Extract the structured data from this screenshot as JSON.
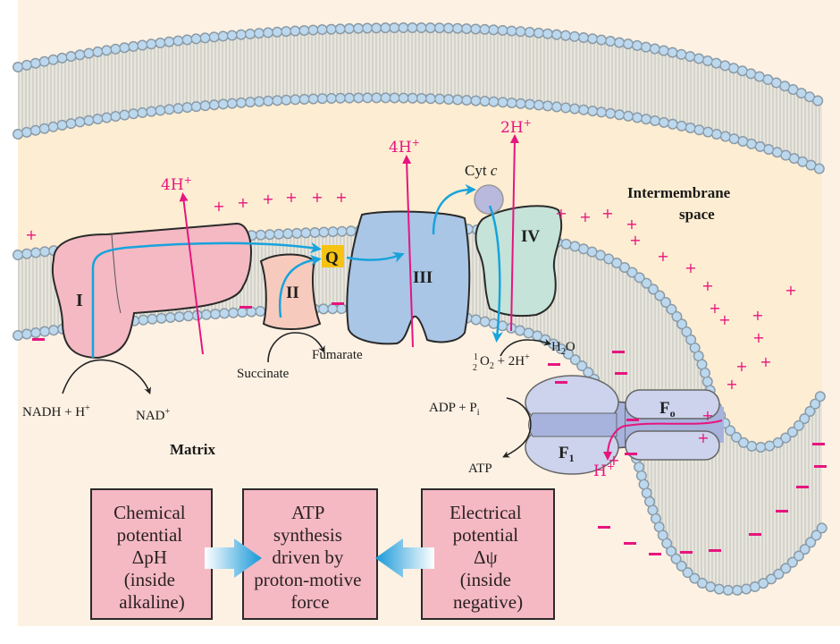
{
  "colors": {
    "intermembrane_fill": "#fdedd2",
    "matrix_fill": "#fdf1e3",
    "lipid_head": "#bcd8ee",
    "lipid_head_stroke": "#8a9aa6",
    "lipid_tail": "#c8c8c8",
    "proton_pink": "#e6157f",
    "electron_blue": "#17a3dc",
    "complex_I": "#f4b9c3",
    "complex_II": "#f6cbbd",
    "complex_III": "#a9c6e6",
    "complex_IV": "#c5e3d8",
    "cyt_c": "#b9b9dd",
    "q_box": "#f6c312",
    "atp_synthase": "#cdd3ec",
    "atp_synthase_stalk": "#a7b3dd",
    "summary_box": "#f5b9c4"
  },
  "regions": {
    "intermembrane_space_line1": "Intermembrane",
    "intermembrane_space_line2": "space",
    "matrix": "Matrix"
  },
  "complexes": {
    "I": "I",
    "II": "II",
    "III": "III",
    "IV": "IV",
    "Q": "Q",
    "cyt_c": "Cyt",
    "cyt_c_italic": "c",
    "F0": "F",
    "F0_sub": "o",
    "F1": "F",
    "F1_sub": "1"
  },
  "protons": {
    "complex_I": "4H",
    "complex_III": "4H",
    "complex_IV": "2H",
    "atp_synthase": "H",
    "superscript": "+"
  },
  "reactions": {
    "nadh": "NADH + H",
    "nad": "NAD",
    "succinate": "Succinate",
    "fumarate": "Fumarate",
    "o2_half_num": "1",
    "o2_half_den": "2",
    "o2": "O",
    "o2_sub": "2",
    "o2_tail": " + 2H",
    "h2o_h": "H",
    "h2o_sub": "2",
    "h2o_o": "O",
    "adp": "ADP + P",
    "adp_sub": "i",
    "atp": "ATP"
  },
  "summary_boxes": [
    {
      "lines": [
        "Chemical",
        "potential",
        "ΔpH",
        "(inside",
        "alkaline)"
      ]
    },
    {
      "lines": [
        "ATP",
        "synthesis",
        "driven by",
        "proton-motive",
        "force"
      ]
    },
    {
      "lines": [
        "Electrical",
        "potential",
        "Δψ",
        "(inside",
        "negative)"
      ]
    }
  ],
  "charges": {
    "plus": "+",
    "minus": "−"
  }
}
